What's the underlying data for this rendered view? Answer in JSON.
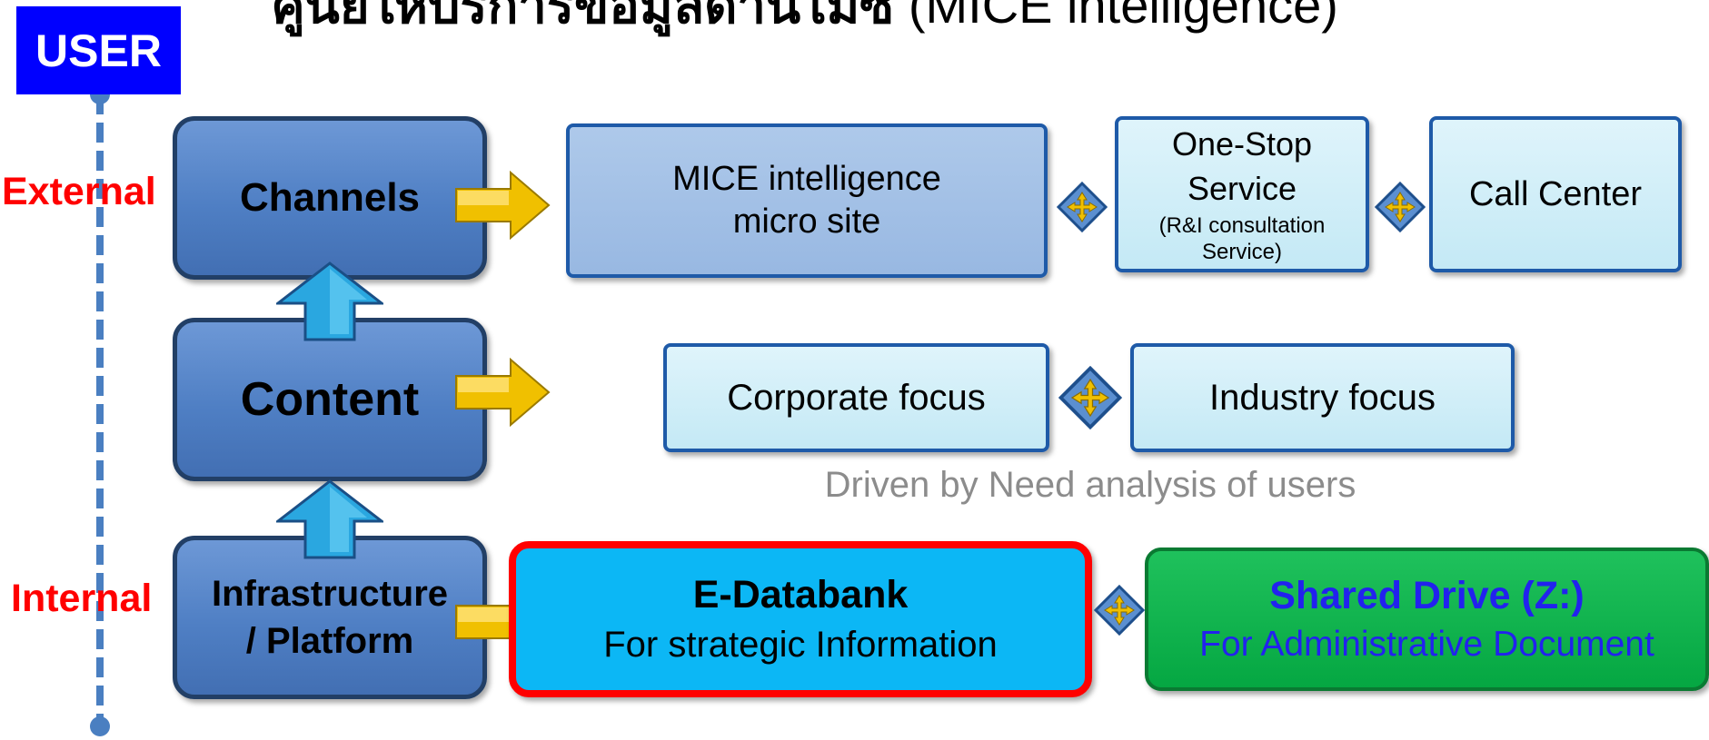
{
  "title": {
    "thai": "ศูนย์ให้บริการข้อมูลด้านไมซ์",
    "english": "(MICE intelligence)"
  },
  "user_label": "USER",
  "side_labels": {
    "external": "External",
    "internal": "Internal"
  },
  "layers": {
    "channels": "Channels",
    "content": "Content",
    "infrastructure_line1": "Infrastructure",
    "infrastructure_line2": "/ Platform"
  },
  "channels": {
    "micro_site_line1": "MICE intelligence",
    "micro_site_line2": "micro site",
    "one_stop_line1": "One-Stop",
    "one_stop_line2": "Service",
    "one_stop_sub1": "(R&I consultation",
    "one_stop_sub2": "Service)",
    "call_center": "Call Center"
  },
  "content": {
    "corporate": "Corporate focus",
    "industry": "Industry focus"
  },
  "driven_note": "Driven by Need analysis of users",
  "infrastructure": {
    "edatabank_title": "E-Databank",
    "edatabank_sub": "For strategic Information",
    "shared_title": "Shared Drive (Z:)",
    "shared_sub": "For Administrative Document"
  },
  "colors": {
    "layer_blue": "#4f81c5",
    "user_blue": "#0000ff",
    "label_red": "#ff0000",
    "edatabank_cyan": "#0cb7f5",
    "shared_green": "#05a742",
    "shared_text_blue": "#2222ee",
    "arrow_gold": "#f0c000",
    "up_arrow_cyan": "#2aa7e0"
  },
  "icons": [
    "right-arrow-icon",
    "up-arrow-icon",
    "plus-connector-icon"
  ]
}
